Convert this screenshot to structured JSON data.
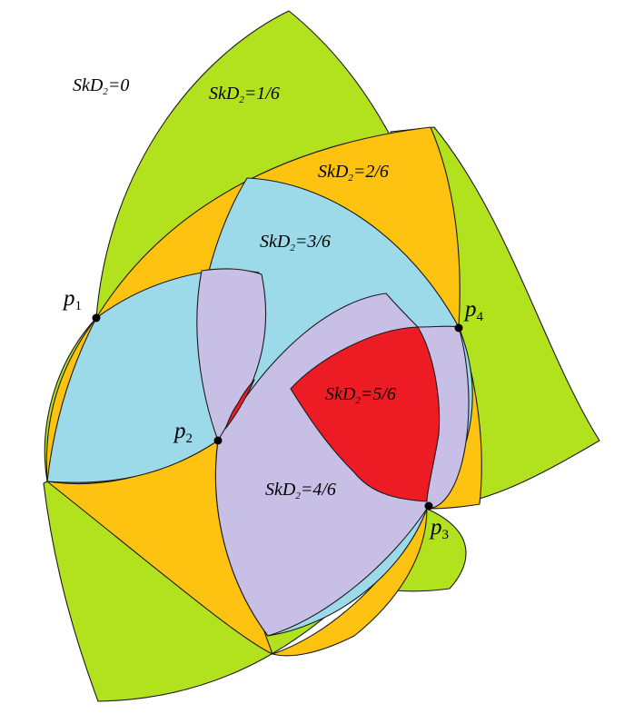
{
  "diagram": {
    "colors": {
      "depth_0": "#b2e21e",
      "depth_1": "#b2e21e",
      "depth_2": "#fec310",
      "depth_3": "#9cd9e9",
      "depth_4": "#c8bfe6",
      "depth_5": "#ed1b24",
      "outline": "#1a1a1a",
      "background": "#ffffff"
    },
    "regions": [
      {
        "id": "skd-0",
        "base": "SkD",
        "sub": "2",
        "value": "=0"
      },
      {
        "id": "skd-1-6",
        "base": "SkD",
        "sub": "2",
        "value": "=1/6"
      },
      {
        "id": "skd-2-6",
        "base": "SkD",
        "sub": "2",
        "value": "=2/6"
      },
      {
        "id": "skd-3-6",
        "base": "SkD",
        "sub": "2",
        "value": "=3/6"
      },
      {
        "id": "skd-4-6",
        "base": "SkD",
        "sub": "2",
        "value": "=4/6"
      },
      {
        "id": "skd-5-6",
        "base": "SkD",
        "sub": "2",
        "value": "=5/6"
      }
    ],
    "points": [
      {
        "id": "p1",
        "base": "p",
        "sub": "1"
      },
      {
        "id": "p2",
        "base": "p",
        "sub": "2"
      },
      {
        "id": "p3",
        "base": "p",
        "sub": "3"
      },
      {
        "id": "p4",
        "base": "p",
        "sub": "4"
      }
    ]
  }
}
